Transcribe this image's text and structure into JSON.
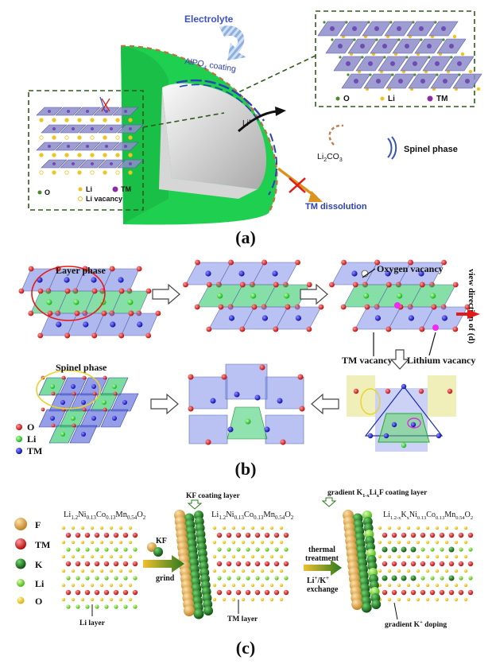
{
  "panel_a": {
    "label": "(a)",
    "electrolyte": "Electrolyte",
    "coating": "AlPO",
    "coating_sub": "4",
    "coating_rest": " coating",
    "li_ion": "Li",
    "li_sup": "+",
    "li2co3_a": "Li",
    "li2co3_sub1": "2",
    "li2co3_b": "CO",
    "li2co3_sub2": "3",
    "spinel": "Spinel phase",
    "tm_dissolution": "TM dissolution",
    "right_legend": {
      "o": "O",
      "li": "Li",
      "tm": "TM"
    },
    "left_legend": {
      "o": "O",
      "li": "Li",
      "tm": "TM",
      "vac": "Li vacancy"
    }
  },
  "panel_b": {
    "label": "(b)",
    "layer_phase": "Layer phase",
    "spinel_phase": "Spinel phase",
    "oxygen_vacancy": "Oxygen vacancy",
    "tm_vacancy": "TM vacancy",
    "lithium_vacancy": "Lithium vacancy",
    "view_direction": "view direction of (d)",
    "legend": {
      "o": "O",
      "li": "Li",
      "tm": "TM"
    }
  },
  "panel_c": {
    "label": "(c)",
    "legend": {
      "f": "F",
      "tm": "TM",
      "k": "K",
      "li": "Li",
      "o": "O"
    },
    "formula1": "Li1.2Ni0.13Co0.13Mn0.54O2",
    "formula2": "Li1.2Ni0.13Co0.13Mn0.54O2",
    "formula3": "Li1.2-xKxNi0.13Co0.13Mn0.54O2",
    "kf": "KF",
    "grind": "grind",
    "kf_coating": "KF coating layer",
    "gradient_coating": "gradient K1-xLixF coating layer",
    "thermal": "thermal",
    "treatment": "treatment",
    "exchange_a": "Li",
    "exchange_b": "/K",
    "exchange_c": "exchange",
    "li_layer": "Li layer",
    "tm_layer": "TM layer",
    "gradient_doping": "gradient K",
    "gradient_doping_b": " doping"
  },
  "colors": {
    "green_particle": "#1fcf4f",
    "oxygen": "#e21a1a",
    "lithium": "#22dd22",
    "tm": "#1414d8",
    "fluorine": "#e7a93c",
    "potassium": "#157a18",
    "li_c": "#66dd22",
    "o_c": "#f1d21f",
    "dash_border": "#2e5a1c"
  }
}
